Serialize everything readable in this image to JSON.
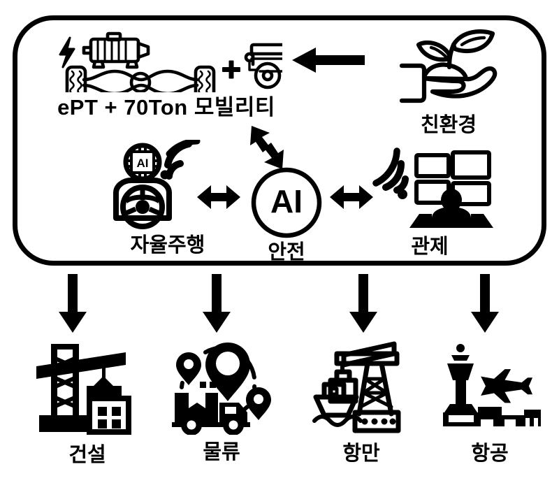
{
  "diagram": {
    "title_present": false,
    "container": {
      "shape": "rounded-rectangle",
      "stroke_color": "#000000",
      "fill_color": "#ffffff"
    },
    "platform_nodes": [
      {
        "id": "ept-mobility",
        "label": "ePT + 70Ton 모빌리티",
        "icon": "electric-powertrain-and-trailer-icon",
        "row": 1,
        "position": "top-left"
      },
      {
        "id": "eco-friendly",
        "label": "친환경",
        "icon": "hand-holding-sprout-icon",
        "row": 1,
        "position": "top-right"
      },
      {
        "id": "autonomous-driving",
        "label": "자율주행",
        "icon": "ai-driver-steering-wheel-icon",
        "row": 2,
        "position": "mid-left"
      },
      {
        "id": "ai-safety",
        "label": "안전",
        "badge": "AI",
        "icon": "ai-circle-icon",
        "row": 2,
        "position": "mid-center"
      },
      {
        "id": "traffic-control",
        "label": "관제",
        "icon": "control-room-operator-icon",
        "row": 2,
        "position": "mid-right"
      }
    ],
    "application_sectors": [
      {
        "id": "construction",
        "label": "건설",
        "icon": "tower-crane-building-icon"
      },
      {
        "id": "logistics",
        "label": "물류",
        "icon": "delivery-truck-route-pins-icon"
      },
      {
        "id": "port",
        "label": "항만",
        "icon": "port-crane-container-ship-icon"
      },
      {
        "id": "aviation",
        "label": "항공",
        "icon": "airport-tower-airplane-icon"
      }
    ],
    "connectors": [
      {
        "id": "eco-to-ept",
        "type": "single-arrow",
        "direction": "left",
        "from": "친환경",
        "to": "ePT + 70Ton 모빌리티"
      },
      {
        "id": "ad-to-ai",
        "type": "double-arrow",
        "direction": "horizontal",
        "from": "자율주행",
        "to": "안전"
      },
      {
        "id": "ai-to-ctrl",
        "type": "double-arrow",
        "direction": "horizontal",
        "from": "안전",
        "to": "관제"
      },
      {
        "id": "ai-to-mobility",
        "type": "double-arrow",
        "direction": "diagonal-up-left",
        "from": "안전",
        "to": "ePT + 70Ton 모빌리티"
      },
      {
        "id": "platform-to-construction",
        "type": "single-arrow",
        "direction": "down",
        "to": "건설"
      },
      {
        "id": "platform-to-logistics",
        "type": "single-arrow",
        "direction": "down",
        "to": "물류"
      },
      {
        "id": "platform-to-port",
        "type": "single-arrow",
        "direction": "down",
        "to": "항만"
      },
      {
        "id": "platform-to-aviation",
        "type": "single-arrow",
        "direction": "down",
        "to": "항공"
      }
    ],
    "colors": {
      "ink": "#000000",
      "background": "#ffffff"
    }
  }
}
